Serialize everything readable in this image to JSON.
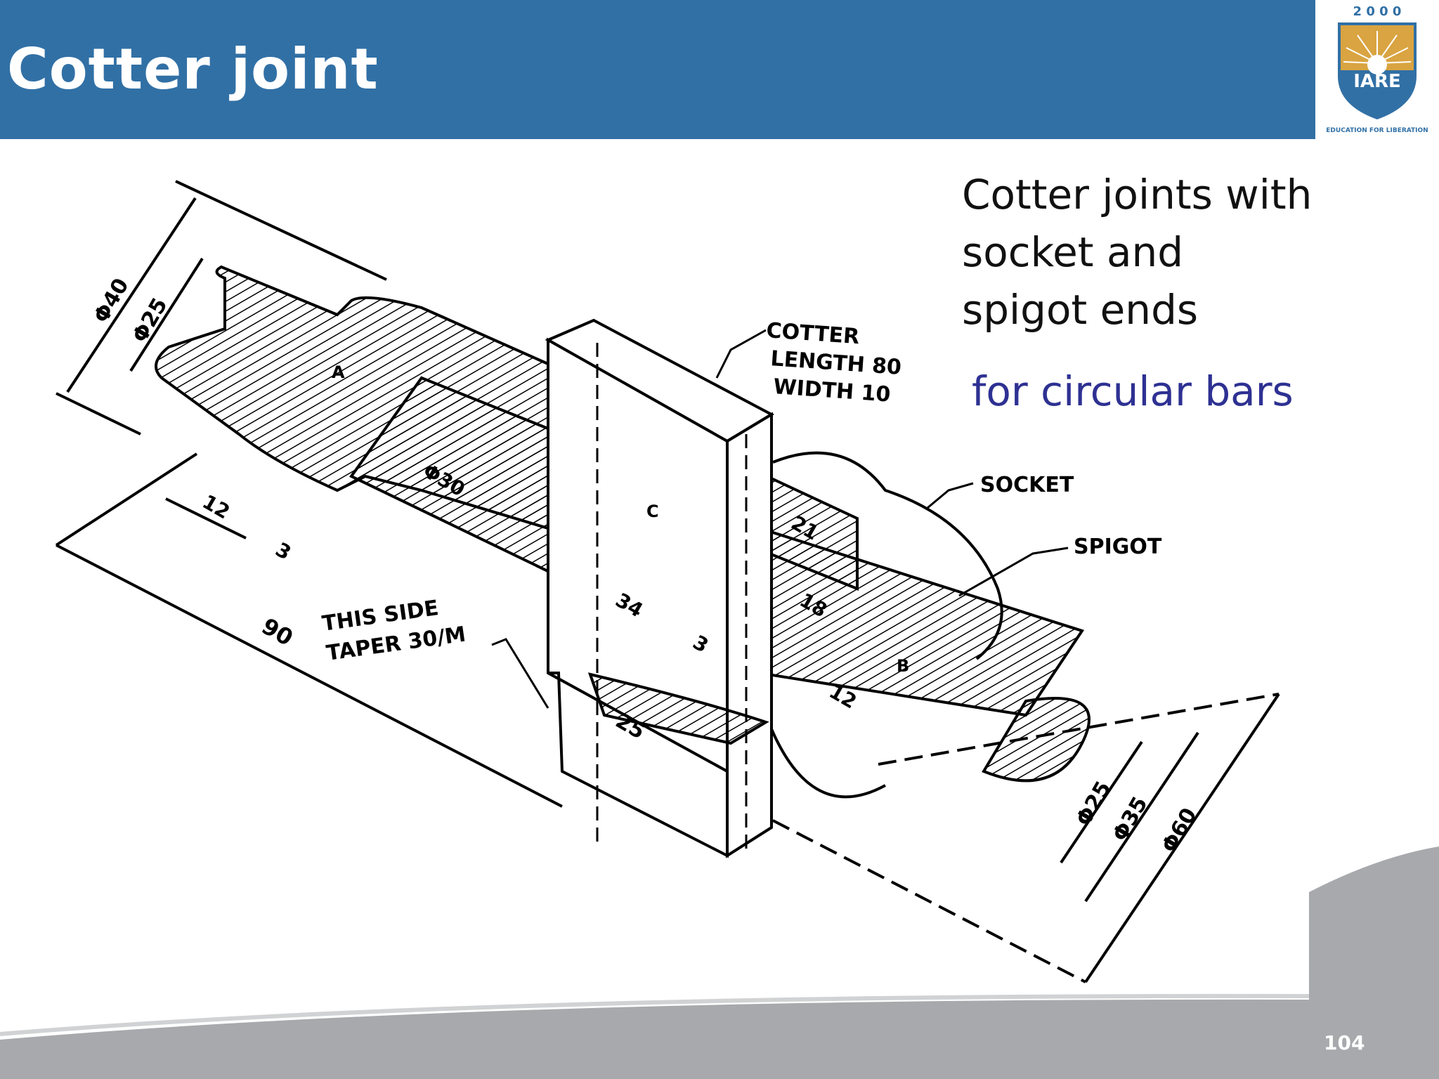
{
  "slide": {
    "title": "Cotter joint",
    "body_text": "Cotter joints with socket and spigot ends",
    "sub_text": "for circular bars",
    "page_number": "104"
  },
  "logo": {
    "year": "2 0 0 0",
    "name": "IARE",
    "motto": "EDUCATION FOR LIBERATION"
  },
  "drawing": {
    "labels": {
      "cotter_line1": "COTTER",
      "cotter_line2": "LENGTH 80",
      "cotter_line3": "WIDTH 10",
      "socket": "SOCKET",
      "spigot": "SPIGOT",
      "taper_line1": "THIS SIDE",
      "taper_line2": "TAPER 30/M",
      "part_a": "A",
      "part_b": "B",
      "part_c": "C"
    },
    "dimensions": {
      "d40": "Φ40",
      "d25_left": "Φ25",
      "d30": "Φ30",
      "d25_right": "Φ25",
      "d35": "Φ35",
      "d60": "Φ60",
      "len90": "90",
      "len12_a": "12",
      "len3_a": "3",
      "len21": "21",
      "len18": "18",
      "len34": "34",
      "len3_b": "3",
      "len25": "25",
      "len12_b": "12"
    }
  },
  "colors": {
    "header": "#3170a5",
    "sub_text": "#2e3192",
    "footer_gray": "#a7a9ac"
  }
}
